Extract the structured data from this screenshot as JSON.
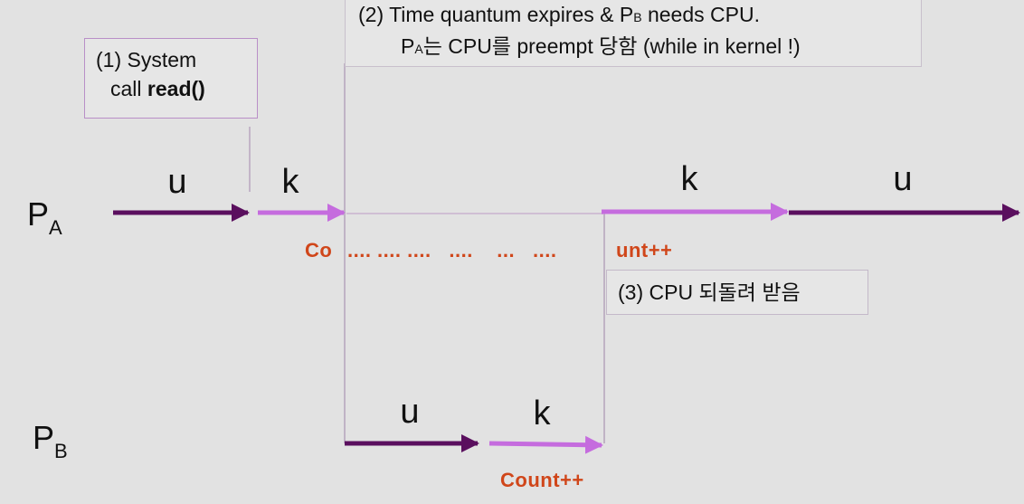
{
  "box1": {
    "line1": "(1) System",
    "line2_prefix": "call ",
    "line2_bold": "read()"
  },
  "box2": {
    "line1_a": "(2) Time quantum expires & P",
    "line1_sub": "B",
    "line1_b": " needs CPU.",
    "line2_a": "P",
    "line2_sub": "A",
    "line2_b": "는 CPU를 preempt 당함 (while in kernel !)"
  },
  "box3": {
    "text": "(3) CPU 되돌려 받음"
  },
  "processes": {
    "a": {
      "letter": "P",
      "sub": "A"
    },
    "b": {
      "letter": "P",
      "sub": "B"
    }
  },
  "segments": {
    "u": "u",
    "k": "k"
  },
  "count": {
    "start": "Co",
    "dots": ".... .... ....   ....    ...   ....",
    "end": "unt++",
    "pb": "Count++"
  },
  "colors": {
    "user": "#5a0f5e",
    "kernel": "#c56cde",
    "counter": "#d0461a"
  }
}
